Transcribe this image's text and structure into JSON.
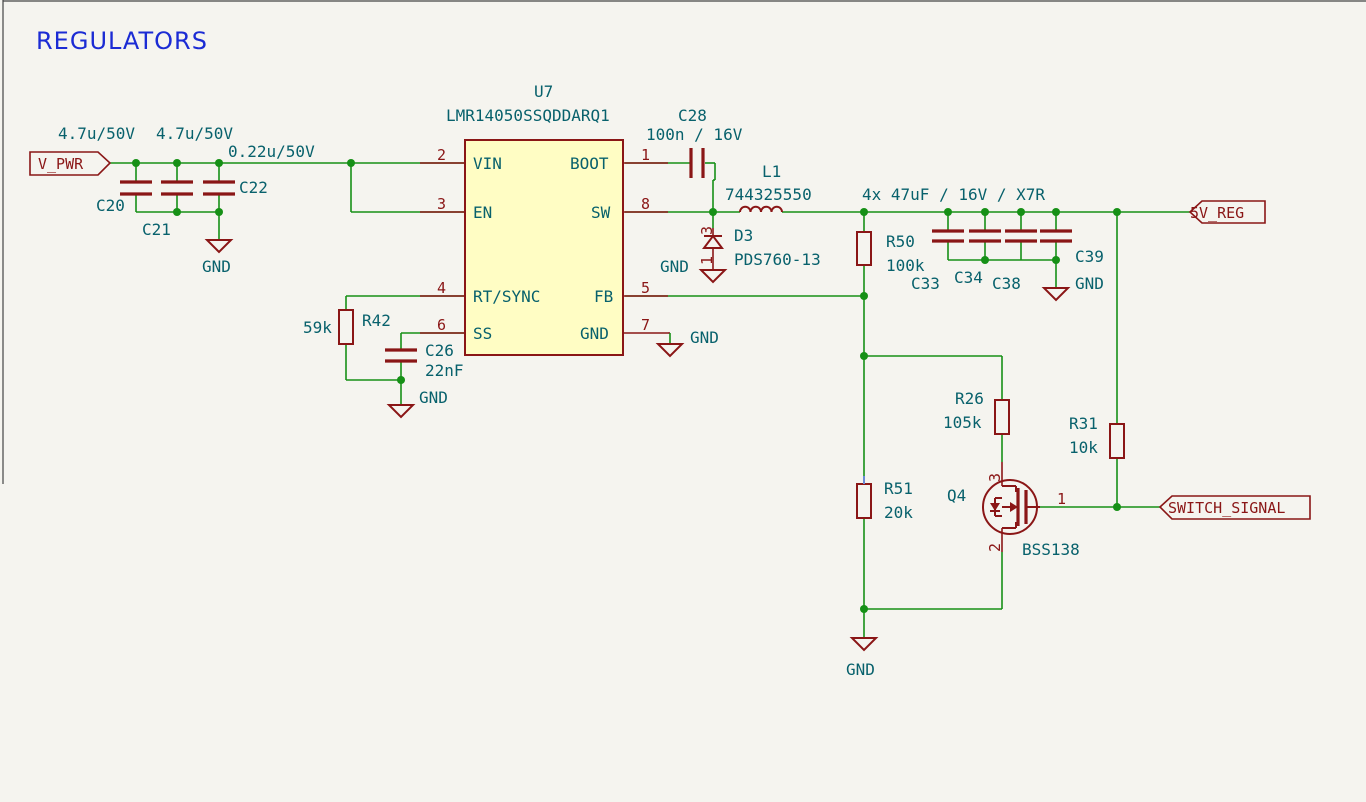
{
  "title": "REGULATORS",
  "u7": {
    "ref": "U7",
    "value": "LMR14050SSQDDARQ1",
    "pins": [
      {
        "num": "2",
        "name": "VIN"
      },
      {
        "num": "3",
        "name": "EN"
      },
      {
        "num": "4",
        "name": "RT/SYNC"
      },
      {
        "num": "6",
        "name": "SS"
      },
      {
        "num": "1",
        "name": "BOOT"
      },
      {
        "num": "8",
        "name": "SW"
      },
      {
        "num": "5",
        "name": "FB"
      },
      {
        "num": "7",
        "name": "GND"
      }
    ]
  },
  "ports": {
    "v_pwr": "V_PWR",
    "reg_5v": "5V_REG",
    "switch_signal": "SWITCH_SIGNAL"
  },
  "power": {
    "gnd": "GND"
  },
  "capacitors": {
    "c20": {
      "ref": "C20",
      "value": "4.7u/50V"
    },
    "c21": {
      "ref": "C21",
      "value": "4.7u/50V"
    },
    "c22": {
      "ref": "C22",
      "value": "0.22u/50V"
    },
    "c26": {
      "ref": "C26",
      "value": "22nF"
    },
    "c28": {
      "ref": "C28",
      "value": "100n / 16V"
    },
    "out_group_value": "4x 47uF / 16V / X7R",
    "c33": {
      "ref": "C33"
    },
    "c34": {
      "ref": "C34"
    },
    "c38": {
      "ref": "C38"
    },
    "c39": {
      "ref": "C39"
    }
  },
  "resistors": {
    "r42": {
      "ref": "R42",
      "value": "59k"
    },
    "r50": {
      "ref": "R50",
      "value": "100k"
    },
    "r51": {
      "ref": "R51",
      "value": "20k"
    },
    "r26": {
      "ref": "R26",
      "value": "105k"
    },
    "r31": {
      "ref": "R31",
      "value": "10k"
    }
  },
  "inductor": {
    "ref": "L1",
    "value": "744325550"
  },
  "diode": {
    "ref": "D3",
    "value": "PDS760-13",
    "pin_k": "1",
    "pin_a": "3"
  },
  "mosfet": {
    "ref": "Q4",
    "value": "BSS138",
    "pin_g": "1",
    "pin_s": "2",
    "pin_d": "3"
  },
  "colors": {
    "wire": "#169016",
    "component": "#8a1616",
    "label": "#08616c",
    "title": "#1b2bd4",
    "ic_fill": "#fffdc4",
    "background": "#f5f4ef"
  }
}
